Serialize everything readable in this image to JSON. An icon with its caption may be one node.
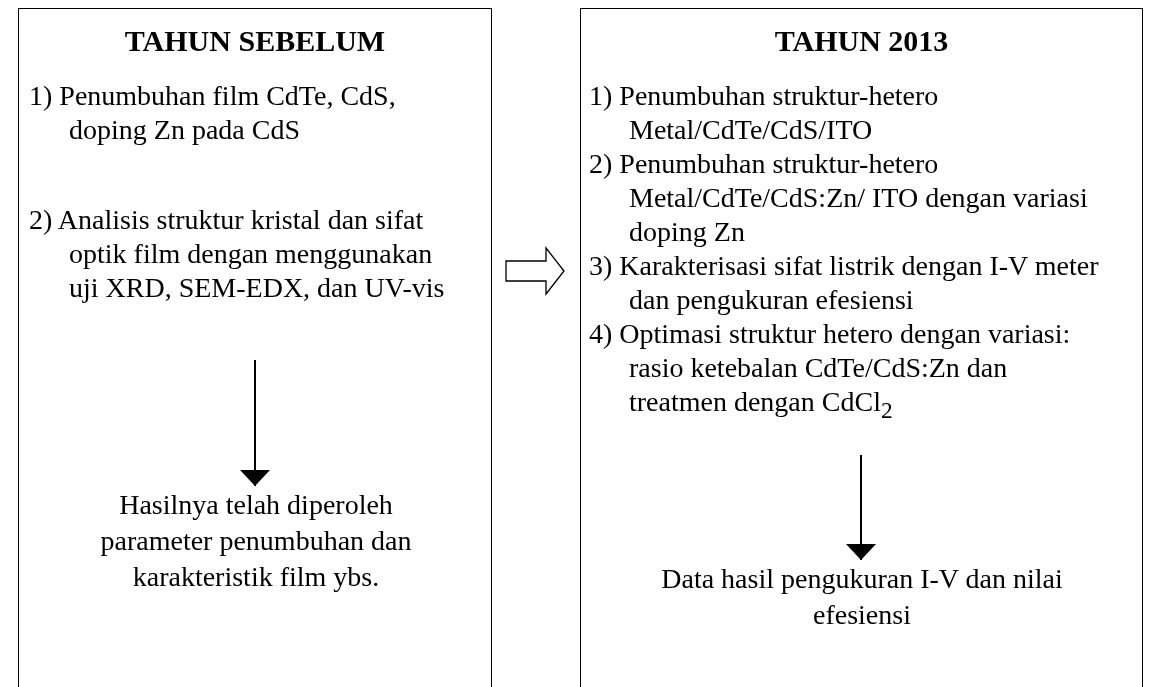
{
  "diagram": {
    "nodes": [
      {
        "text": [
          "TAHUN SEBELUM"
        ]
      },
      {
        "text": [
          "1) Penumbuhan film CdTe, CdS, doping Zn pada CdS",
          "2) Analisis struktur kristal dan sifat optik film dengan menggunakan uji XRD, SEM-EDX, dan UV-vis"
        ],
        "in": 0
      },
      {
        "text": [
          "Hasilnya telah diperoleh parameter penumbuhan dan karakteristik film ybs."
        ],
        "in": 0
      },
      {
        "text": [
          "TAHUN 2013"
        ]
      },
      {
        "text": [
          "1) Penumbuhan struktur-hetero Metal/CdTe/CdS/ITO",
          "2) Penumbuhan struktur-hetero Metal/CdTe/CdS:Zn/ ITO dengan variasi doping Zn",
          "3) Karakterisasi sifat listrik dengan I-V meter dan pengukuran efesiensi",
          "4) Optimasi struktur hetero dengan variasi: rasio ketebalan CdTe/CdS:Zn dan treatmen dengan CdCl$_{2}$"
        ],
        "in": 3
      },
      {
        "text": [
          "Data hasil pengukuran I-V dan nilai efesiensi"
        ],
        "in": 3
      }
    ],
    "edges": [
      {
        "from": 0,
        "to": 3,
        "arrow": "to",
        "style": "thick"
      },
      {
        "from": 1,
        "to": 2,
        "arrow": "to"
      },
      {
        "from": 4,
        "to": 5,
        "arrow": "to"
      }
    ]
  }
}
